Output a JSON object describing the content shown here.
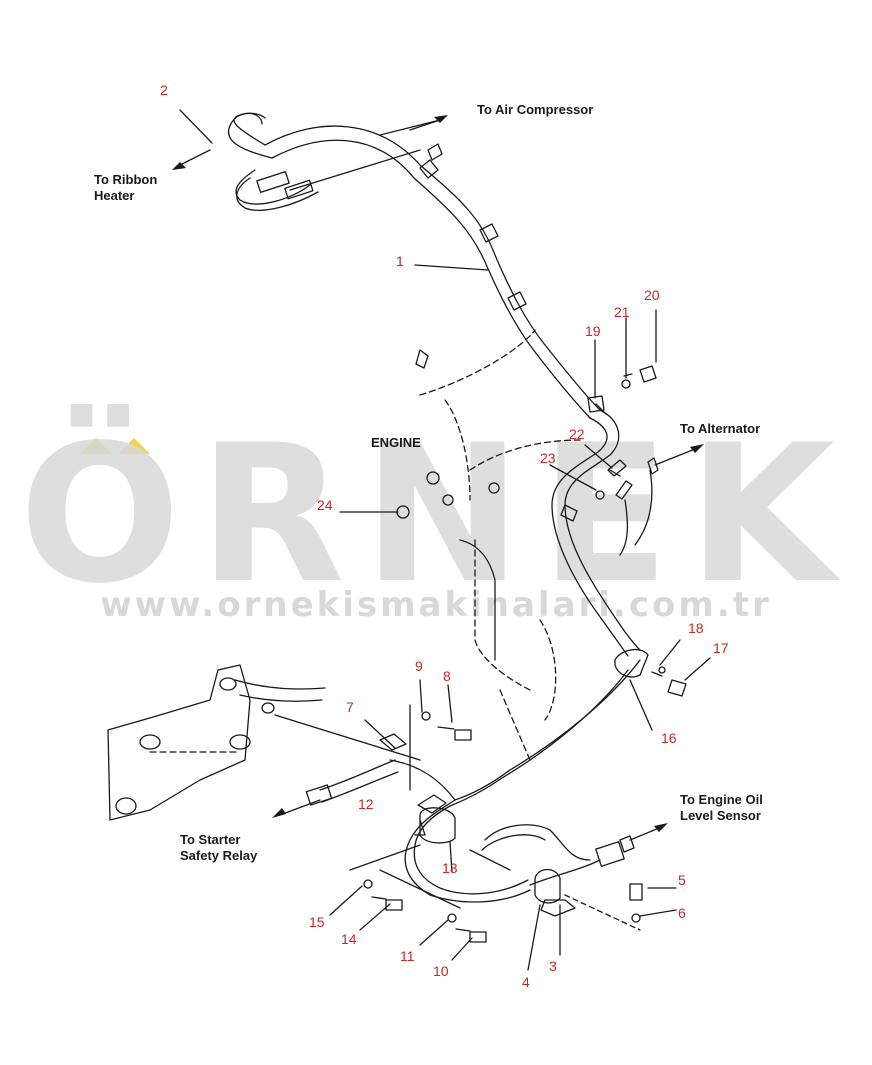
{
  "watermark": {
    "brand": "ÖRNEK",
    "url": "www.ornekismakinalari.com.tr",
    "accent_color": "#f2d24a"
  },
  "colors": {
    "callout": "#c22a22",
    "line": "#1a1a1a"
  },
  "labels": {
    "air_compressor": "To Air Compressor",
    "ribbon_heater": "To Ribbon\nHeater",
    "alternator": "To Alternator",
    "engine": "ENGINE",
    "starter_relay": "To Starter\nSafety Relay",
    "oil_level_sensor": "To Engine Oil\nLevel Sensor"
  },
  "callouts": {
    "c1": "1",
    "c2": "2",
    "c3": "3",
    "c4": "4",
    "c5": "5",
    "c6": "6",
    "c7": "7",
    "c8": "8",
    "c9": "9",
    "c10": "10",
    "c11": "11",
    "c12": "12",
    "c13": "13",
    "c14": "14",
    "c15": "15",
    "c16": "16",
    "c17": "17",
    "c18": "18",
    "c19": "19",
    "c20": "20",
    "c21": "21",
    "c22": "22",
    "c23": "23",
    "c24": "24"
  }
}
